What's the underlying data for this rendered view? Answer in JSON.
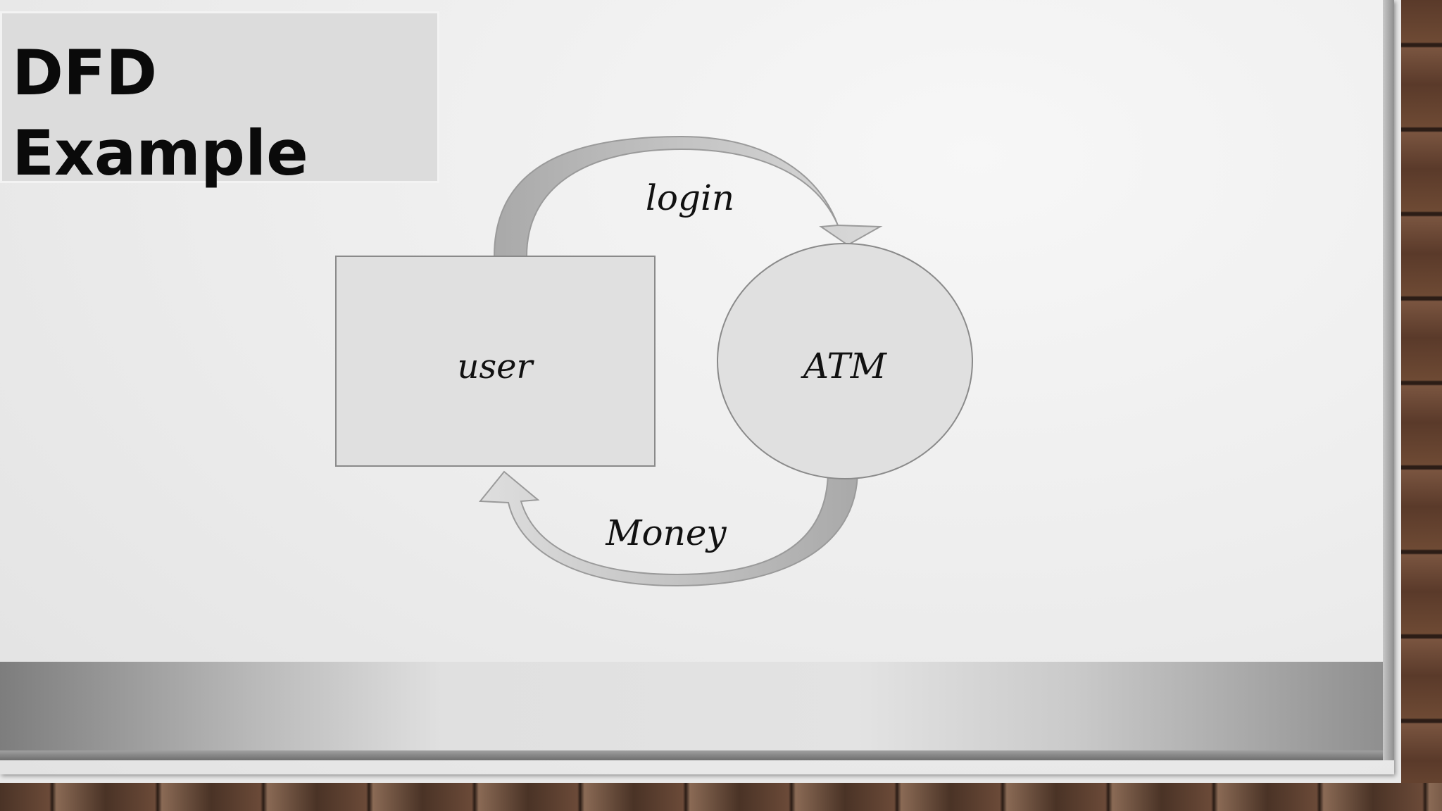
{
  "slide": {
    "title_line1": "DFD",
    "title_line2": "Example"
  },
  "diagram": {
    "entity_label": "user",
    "process_label": "ATM",
    "flow_top_label": "login",
    "flow_bottom_label": "Money",
    "colors": {
      "shape_fill": "#e0e0e0",
      "shape_stroke": "#8a8a8a",
      "arrow_fill": "#b5b5b5",
      "arrow_light": "#d6d6d6"
    }
  }
}
